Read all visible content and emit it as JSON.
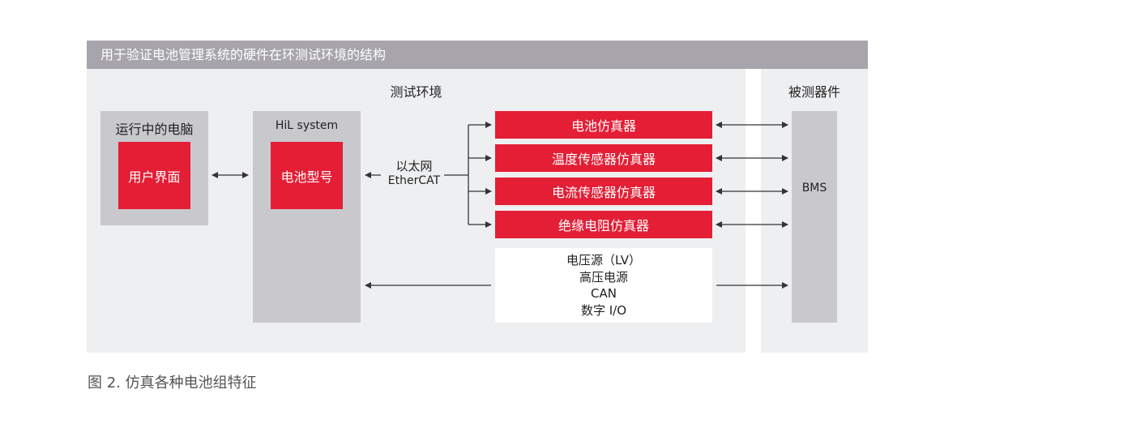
{
  "header": {
    "title": "用于验证电池管理系统的硬件在环测试环境的结构"
  },
  "test_env": {
    "title": "测试环境"
  },
  "dut": {
    "title": "被测器件",
    "bms_label": "BMS"
  },
  "computer": {
    "title": "运行中的电脑",
    "ui_label": "用户界面"
  },
  "hil": {
    "title": "HiL system",
    "model_label": "电池型号"
  },
  "link": {
    "line1": "以太网",
    "line2": "EtherCAT"
  },
  "simulators": [
    {
      "label": "电池仿真器"
    },
    {
      "label": "温度传感器仿真器"
    },
    {
      "label": "电流传感器仿真器"
    },
    {
      "label": "绝缘电阻仿真器"
    }
  ],
  "io_box": {
    "lines": [
      "电压源（LV）",
      "高压电源",
      "CAN",
      "数字 I/O"
    ]
  },
  "caption": "图 2. 仿真各种电池组特征",
  "colors": {
    "accent_red": "#e31e35",
    "header_gray": "#a7a5ab",
    "panel": "#eeeff1",
    "box_gray": "#c9c8cd",
    "line": "#333333"
  }
}
